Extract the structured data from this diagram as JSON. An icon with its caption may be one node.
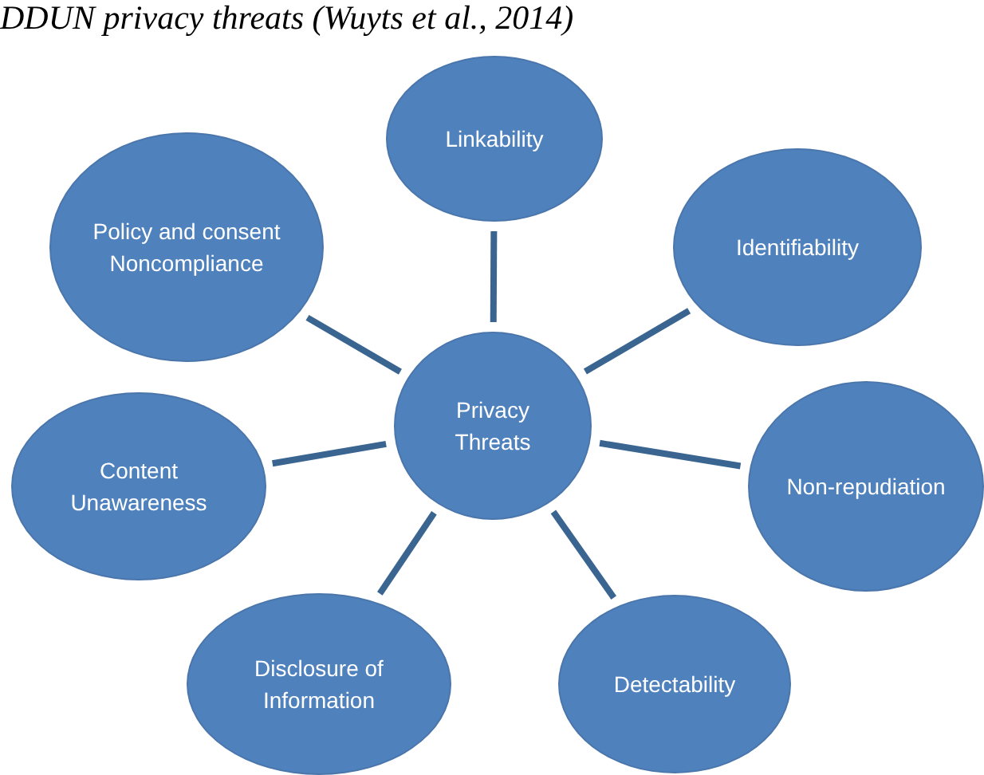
{
  "diagram": {
    "title": "DDUN privacy threats (Wuyts et al., 2014)",
    "nodes": [
      {
        "text": [
          "Linkability"
        ]
      },
      {
        "text": [
          "Policy and consent Noncompliance"
        ]
      },
      {
        "text": [
          "Identifiability"
        ]
      },
      {
        "text": [
          "Privacy Threats"
        ]
      },
      {
        "text": [
          "Content Unawareness"
        ]
      },
      {
        "text": [
          "Non-repudiation"
        ]
      },
      {
        "text": [
          "Disclosure of Information"
        ]
      },
      {
        "text": [
          "Detectability"
        ]
      }
    ],
    "edges": [
      {
        "from": 3,
        "to": 0,
        "arrow": "none"
      },
      {
        "from": 3,
        "to": 2,
        "arrow": "none"
      },
      {
        "from": 3,
        "to": 5,
        "arrow": "none"
      },
      {
        "from": 3,
        "to": 7,
        "arrow": "none"
      },
      {
        "from": 3,
        "to": 6,
        "arrow": "none"
      },
      {
        "from": 3,
        "to": 4,
        "arrow": "none"
      },
      {
        "from": 3,
        "to": 1,
        "arrow": "none"
      }
    ]
  }
}
